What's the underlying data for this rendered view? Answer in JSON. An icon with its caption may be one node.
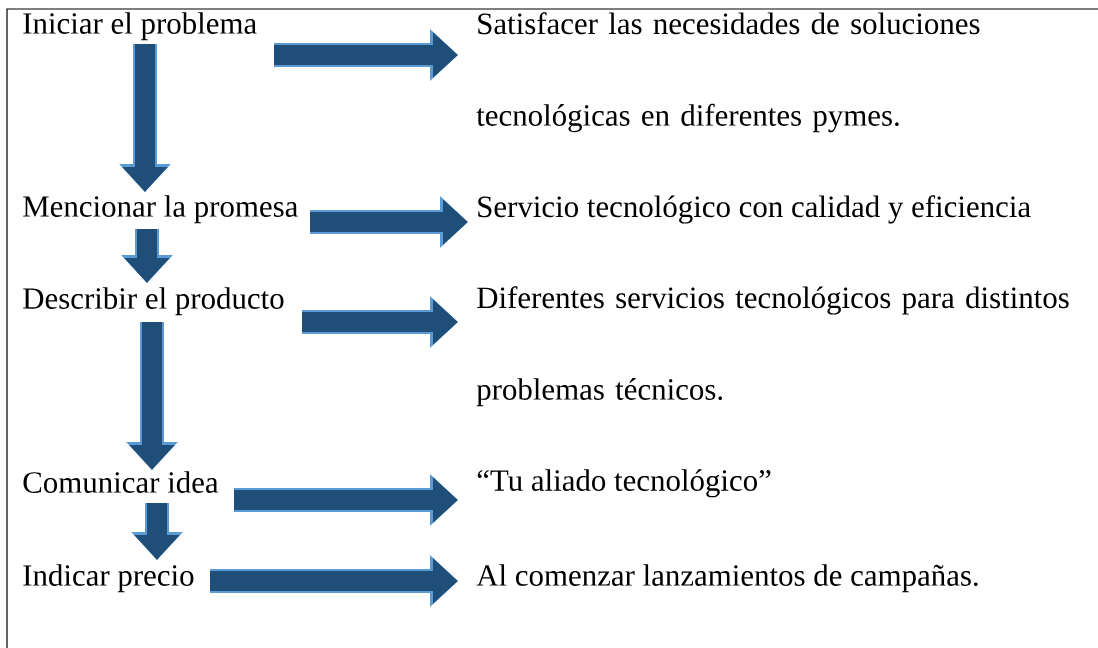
{
  "diagram": {
    "nodes": [
      {
        "text": [
          "Iniciar el problema"
        ]
      },
      {
        "text": [
          "Mencionar la promesa"
        ]
      },
      {
        "text": [
          "Describir el producto"
        ]
      },
      {
        "text": [
          "Comunicar idea"
        ]
      },
      {
        "text": [
          "Indicar precio"
        ]
      },
      {
        "text": [
          "Satisfacer las necesidades de soluciones tecnológicas en diferentes pymes."
        ]
      },
      {
        "text": [
          "Servicio tecnológico con calidad y eficiencia"
        ]
      },
      {
        "text": [
          "Diferentes servicios tecnológicos para distintos problemas técnicos."
        ]
      },
      {
        "text": [
          "“Tu aliado tecnológico”"
        ]
      },
      {
        "text": [
          "Al comenzar lanzamientos de campañas."
        ]
      }
    ],
    "edges": [
      {
        "from": 0,
        "to": 5,
        "arrow": "to"
      },
      {
        "from": 1,
        "to": 6,
        "arrow": "to"
      },
      {
        "from": 2,
        "to": 7,
        "arrow": "to"
      },
      {
        "from": 3,
        "to": 8,
        "arrow": "to"
      },
      {
        "from": 4,
        "to": 9,
        "arrow": "to"
      },
      {
        "from": 0,
        "to": 1,
        "arrow": "to"
      },
      {
        "from": 1,
        "to": 2,
        "arrow": "to"
      },
      {
        "from": 2,
        "to": 3,
        "arrow": "to"
      },
      {
        "from": 3,
        "to": 4,
        "arrow": "to"
      }
    ]
  }
}
